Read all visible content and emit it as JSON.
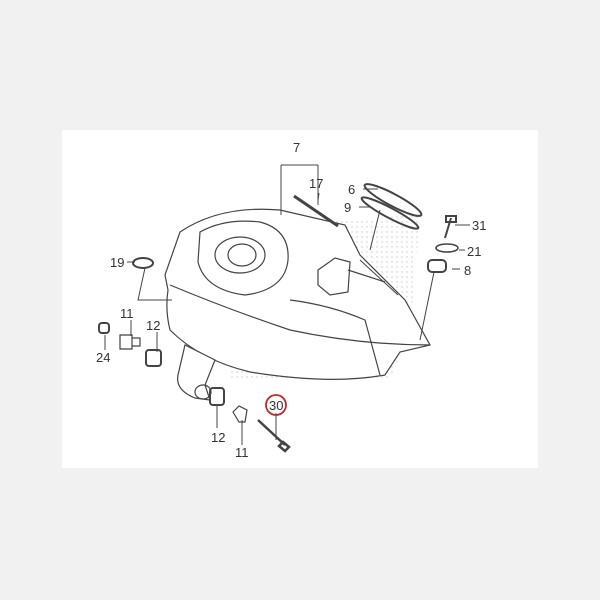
{
  "diagram": {
    "callouts": [
      {
        "id": "7",
        "label": "7"
      },
      {
        "id": "17",
        "label": "17"
      },
      {
        "id": "6",
        "label": "6"
      },
      {
        "id": "9",
        "label": "9"
      },
      {
        "id": "31",
        "label": "31"
      },
      {
        "id": "21",
        "label": "21"
      },
      {
        "id": "8",
        "label": "8"
      },
      {
        "id": "19",
        "label": "19"
      },
      {
        "id": "11a",
        "label": "11"
      },
      {
        "id": "12a",
        "label": "12"
      },
      {
        "id": "24",
        "label": "24"
      },
      {
        "id": "12b",
        "label": "12"
      },
      {
        "id": "11b",
        "label": "11"
      },
      {
        "id": "30",
        "label": "30"
      }
    ],
    "highlighted_part": "30",
    "highlight_color": "#c0282d",
    "line_color": "#444444"
  }
}
